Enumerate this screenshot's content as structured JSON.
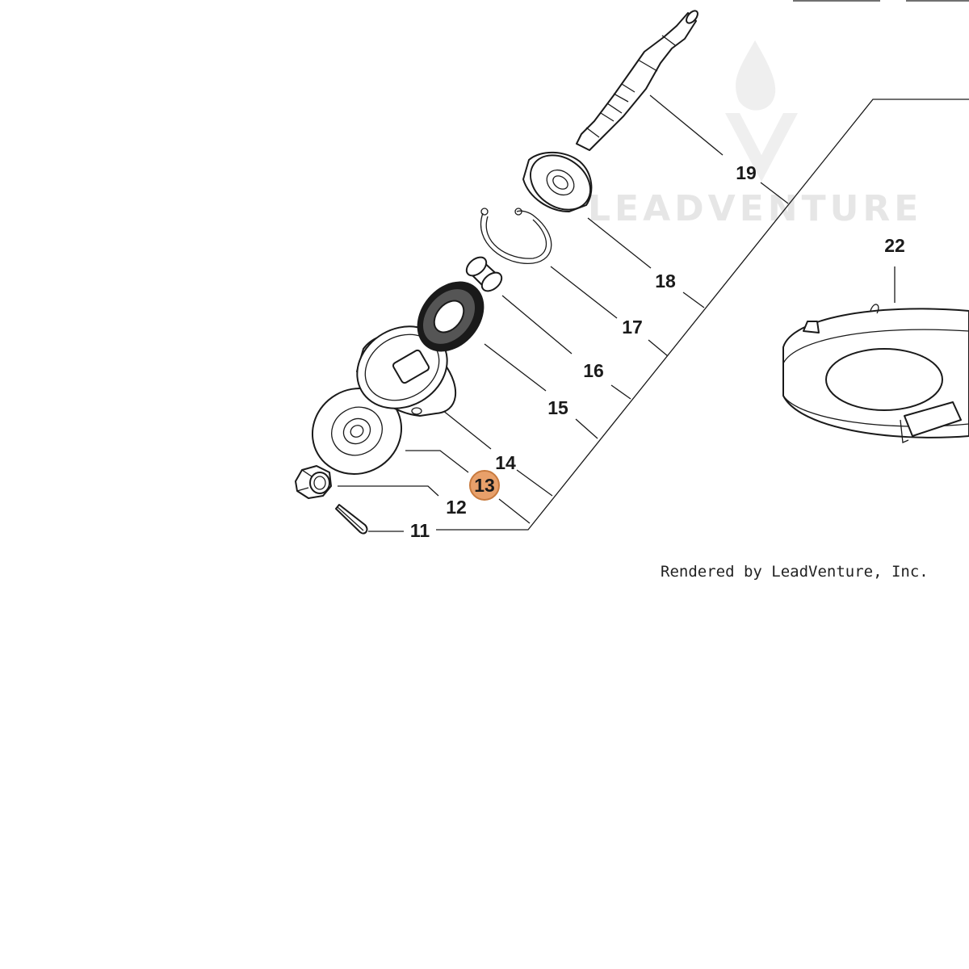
{
  "diagram": {
    "callouts": [
      {
        "id": "c11",
        "label": "11",
        "highlighted": false
      },
      {
        "id": "c12",
        "label": "12",
        "highlighted": false
      },
      {
        "id": "c13",
        "label": "13",
        "highlighted": true
      },
      {
        "id": "c14",
        "label": "14",
        "highlighted": false
      },
      {
        "id": "c15",
        "label": "15",
        "highlighted": false
      },
      {
        "id": "c16",
        "label": "16",
        "highlighted": false
      },
      {
        "id": "c17",
        "label": "17",
        "highlighted": false
      },
      {
        "id": "c18",
        "label": "18",
        "highlighted": false
      },
      {
        "id": "c19",
        "label": "19",
        "highlighted": false
      },
      {
        "id": "c22",
        "label": "22",
        "highlighted": false
      }
    ],
    "highlight_color": "#e8a06a",
    "highlight_stroke": "#c87a3e",
    "watermark": "LEADVENTURE",
    "credit": "Rendered by LeadVenture, Inc."
  }
}
